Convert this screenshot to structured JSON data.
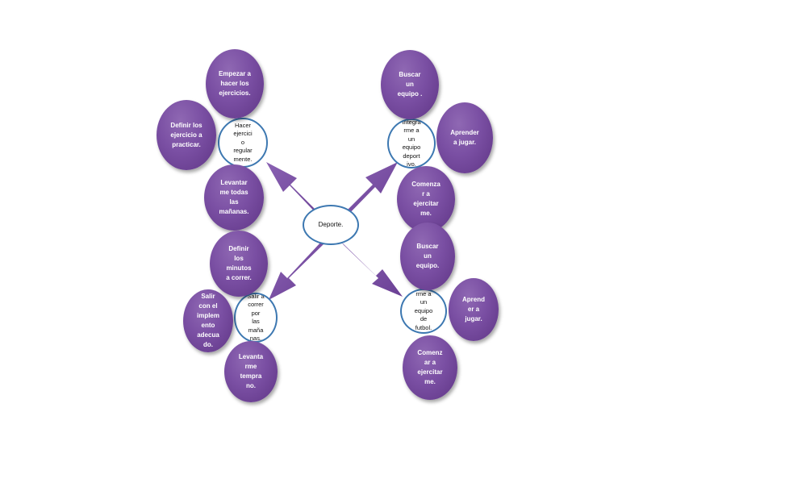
{
  "colors": {
    "bubble_fill": "#7a4fa3",
    "bubble_text": "#ffffff",
    "circle_border": "#3d78b1",
    "arrow_fill": "#7b52a6"
  },
  "center": {
    "label": "Deporte."
  },
  "branches": {
    "top_left": {
      "hub": "Hacer\nejercici\no\nregular\nmente.",
      "items": [
        "Empezar a\nhacer los\nejercicios.",
        "Definir los\nejercicio a\npracticar.",
        "Levantar\nme todas\nlas\nmañanas."
      ]
    },
    "top_right": {
      "hub": "Integra\nrme a\nun\nequipo\ndeport\nivo.",
      "items": [
        "Buscar\nun\nequipo .",
        "Aprender\na jugar.",
        "Comenza\nr a\nejercitar\nme."
      ]
    },
    "bottom_left": {
      "hub": "Salir a\ncorrer\npor\nlas\nmaña\nnas.",
      "items": [
        "Definir\nlos\nminutos\na correr.",
        "Salir\ncon el\nimplem\nento\nadecua\ndo.",
        "Levanta\nrme\ntempra\nno."
      ]
    },
    "bottom_right": {
      "hub": "rme a\nun\nequipo\nde\nfutbol.",
      "items": [
        "Buscar\nun\nequipo.",
        "Aprend\ner  a\njugar.",
        "Comenz\nar a\nejercitar\nme."
      ]
    }
  }
}
